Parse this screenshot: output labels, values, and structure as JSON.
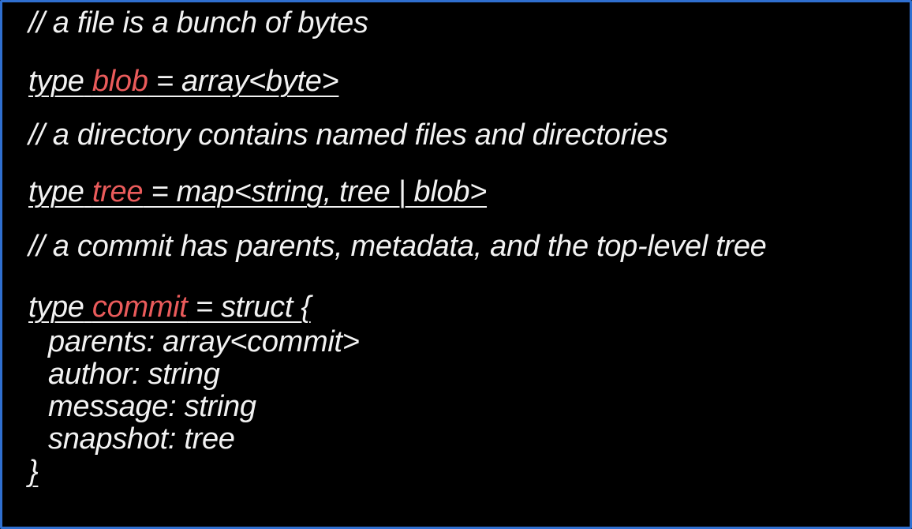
{
  "comments": {
    "blob_comment": "// a file is a bunch of bytes",
    "tree_comment": "// a directory contains named files and directories",
    "commit_comment": "// a commit has parents, metadata, and the top-level tree"
  },
  "blob_decl": {
    "keyword": "type",
    "name": "blob",
    "rest": " = array<byte>"
  },
  "tree_decl": {
    "keyword": "type",
    "name": "tree",
    "rest": " = map<string, tree | blob>"
  },
  "commit_decl": {
    "keyword": "type",
    "name": "commit",
    "rest": " = struct {",
    "fields": [
      "parents: array<commit>",
      "author: string",
      "message: string",
      "snapshot: tree"
    ],
    "closing": "}"
  },
  "colors": {
    "background": "#000000",
    "text": "#f2f2f2",
    "highlight": "#ea5b5b",
    "frame": "#2f6fd0"
  }
}
